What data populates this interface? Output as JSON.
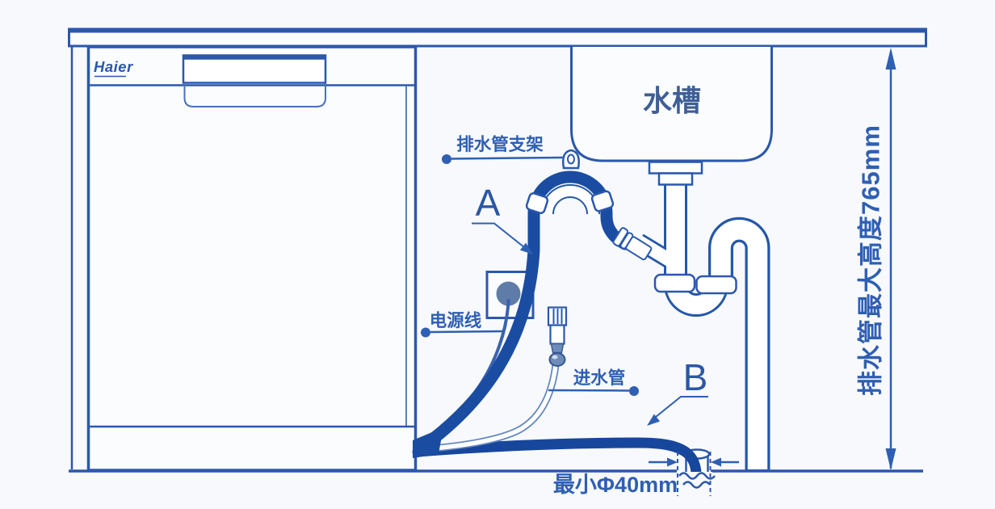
{
  "diagram": {
    "brand_logo": "Haier",
    "sink_label": "水槽",
    "drain_bracket_label": "排水管支架",
    "power_cord_label": "电源线",
    "inlet_hose_label": "进水管",
    "point_a": "A",
    "point_b": "B",
    "min_diameter_label": "最小Φ40mm",
    "max_height_label": "排水管最大高度765mm"
  },
  "theme": {
    "background": "#F8F9FC",
    "line_blue": "#2B58AD",
    "pipe_blue": "#2457A8",
    "hose_dark_blue": "#1A4DA2",
    "hose_b_blue": "#17479C",
    "label_blue": "#2E5FB3",
    "text_slate": "#3F5F95",
    "slate_fill": "#5F7CA8",
    "cap_slate": "#6D8CBA",
    "point_label_blue": "#2B57A5"
  }
}
